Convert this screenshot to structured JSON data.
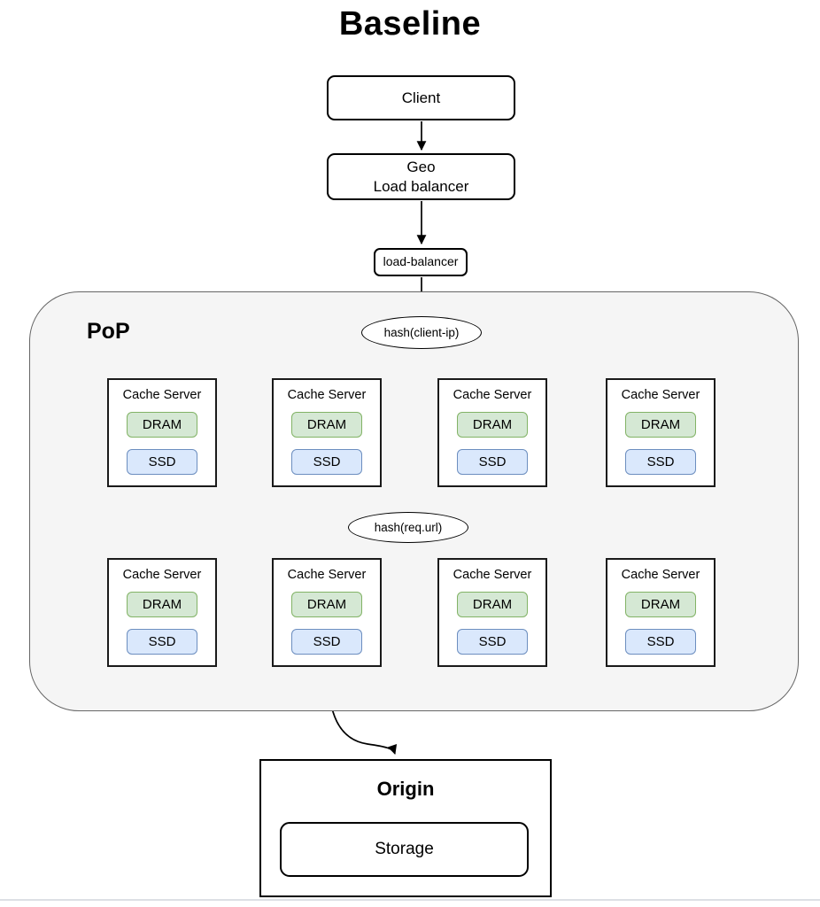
{
  "title": "Baseline",
  "flow": {
    "client": "Client",
    "geo_lb": {
      "line1": "Geo",
      "line2": "Load balancer"
    },
    "load_balancer": "load-balancer",
    "hash_client_ip": "hash(client-ip)",
    "hash_req_url": "hash(req.url)"
  },
  "pop": {
    "label": "PoP",
    "cache_servers": [
      {
        "title": "Cache Server",
        "dram": "DRAM",
        "ssd": "SSD"
      },
      {
        "title": "Cache Server",
        "dram": "DRAM",
        "ssd": "SSD"
      },
      {
        "title": "Cache Server",
        "dram": "DRAM",
        "ssd": "SSD"
      },
      {
        "title": "Cache Server",
        "dram": "DRAM",
        "ssd": "SSD"
      },
      {
        "title": "Cache Server",
        "dram": "DRAM",
        "ssd": "SSD"
      },
      {
        "title": "Cache Server",
        "dram": "DRAM",
        "ssd": "SSD"
      },
      {
        "title": "Cache Server",
        "dram": "DRAM",
        "ssd": "SSD"
      },
      {
        "title": "Cache Server",
        "dram": "DRAM",
        "ssd": "SSD"
      }
    ]
  },
  "origin": {
    "label": "Origin",
    "storage": "Storage"
  },
  "colors": {
    "dram_fill": "#d5e8d4",
    "dram_border": "#82b366",
    "ssd_fill": "#dae8fc",
    "ssd_border": "#6c8ebf",
    "pop_fill": "#f5f5f5",
    "pop_border": "#666666",
    "node_border": "#000000",
    "arrow": "#000000"
  }
}
